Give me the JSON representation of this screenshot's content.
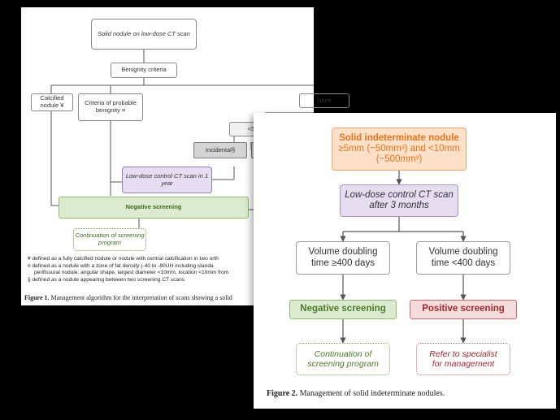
{
  "figure1": {
    "top_box": "Solid nodule on low-dose CT scan",
    "benignity": "Benignity criteria",
    "calcified": "Calcified nodule ¥",
    "probable": "Criteria of probable benignity ¤",
    "none": "None",
    "lt5": "<5m",
    "incidental": "Incidental§",
    "lowdose_1yr": "Low-dose control CT scan in 1 year",
    "negative": "Negative screening",
    "continuation": "Continuation of screening program",
    "footnotes": [
      "¥  defined as a fully calcified nodule or nodule with central calcification in two orth",
      "¤  defined as a nodule with a zone of fat density (-40 to -80UH including standa",
      "perifissural nodule: angular shape, largest diameter <10mm, location <10mm from",
      "§  defined as a nodule appearing between two screening CT scans"
    ],
    "caption_label": "Figure 1.",
    "caption_text": "Management algorithm for the interpretation of scans showing a solid"
  },
  "figure2": {
    "indeterminate_title": "Solid indeterminate nodule",
    "indeterminate_line2": "≥5mm (~50mm³) and <10mm",
    "indeterminate_line3": "(~500mm³)",
    "lowdose_3m_l1": "Low-dose control CT scan",
    "lowdose_3m_l2": "after 3 months",
    "vdt_ge400_l1": "Volume doubling",
    "vdt_ge400_l2": "time ≥400 days",
    "vdt_lt400_l1": "Volume doubling",
    "vdt_lt400_l2": "time <400 days",
    "negative": "Negative screening",
    "positive": "Positive screening",
    "continuation_l1": "Continuation of",
    "continuation_l2": "screening program",
    "refer_l1": "Refer to specialist",
    "refer_l2": "for management",
    "caption_label": "Figure 2.",
    "caption_text": "Management of solid indeterminate nodules."
  },
  "colors": {
    "orange_fill": "#fde0c8",
    "orange_border": "#f2a56b",
    "orange_text": "#e8731c",
    "purple_fill": "#e6def0",
    "purple_border": "#a795c7",
    "green_fill": "#dcead0",
    "green_border": "#93bb6f",
    "green_text": "#4a7b2a",
    "red_fill": "#f5dcdc",
    "red_border": "#c8696b",
    "red_text": "#a3282c"
  }
}
